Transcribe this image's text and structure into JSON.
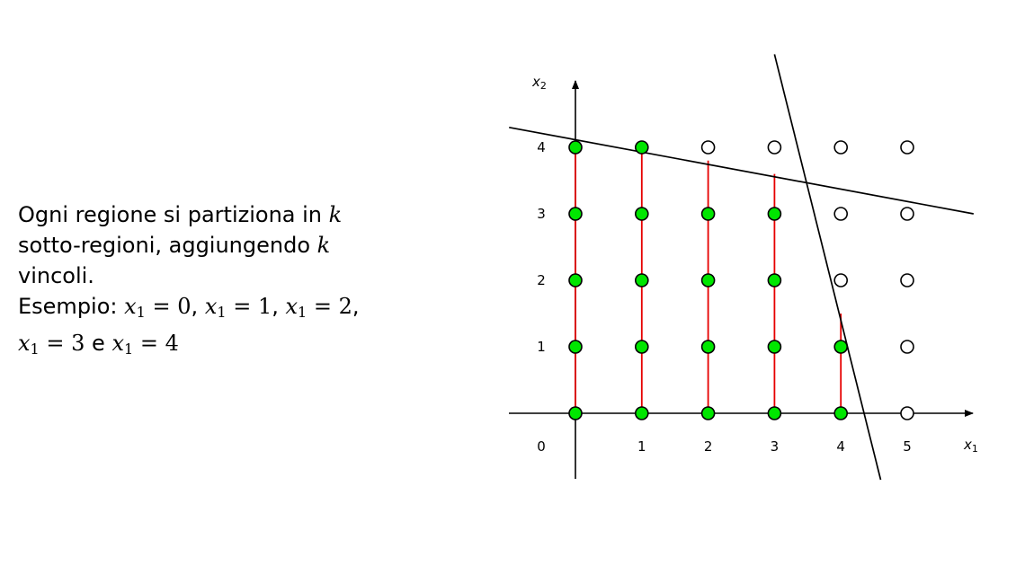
{
  "text": {
    "para_1": "Ogni regione si partiziona in",
    "k_1": "k",
    "para_2": "sotto-regioni, aggiungendo",
    "k_2": "k",
    "para_3": "vincoli.",
    "example_label": "Esempio:",
    "cases": [
      {
        "var": "x",
        "sub": "1",
        "rel": "=",
        "val": "0",
        "sep": ","
      },
      {
        "var": "x",
        "sub": "1",
        "rel": "=",
        "val": "1",
        "sep": ","
      },
      {
        "var": "x",
        "sub": "1",
        "rel": "=",
        "val": "2",
        "sep": ","
      },
      {
        "var": "x",
        "sub": "1",
        "rel": "=",
        "val": "3",
        "sep": "e"
      },
      {
        "var": "x",
        "sub": "1",
        "rel": "=",
        "val": "4",
        "sep": ""
      }
    ]
  },
  "diagram": {
    "x_axis_label": {
      "var": "x",
      "sub": "1"
    },
    "y_axis_label": {
      "var": "x",
      "sub": "2"
    },
    "x_ticks": [
      "0",
      "1",
      "2",
      "3",
      "4",
      "5"
    ],
    "y_ticks": [
      "1",
      "2",
      "3",
      "4"
    ],
    "colors": {
      "feasible": "#00e600",
      "segment": "#e60000",
      "line": "#000000",
      "outline": "#000000"
    },
    "lattice": {
      "x_range": [
        0,
        5
      ],
      "y_range": [
        0,
        4
      ],
      "feasible_points": [
        [
          0,
          0
        ],
        [
          0,
          1
        ],
        [
          0,
          2
        ],
        [
          0,
          3
        ],
        [
          0,
          4
        ],
        [
          1,
          0
        ],
        [
          1,
          1
        ],
        [
          1,
          2
        ],
        [
          1,
          3
        ],
        [
          1,
          4
        ],
        [
          2,
          0
        ],
        [
          2,
          1
        ],
        [
          2,
          2
        ],
        [
          2,
          3
        ],
        [
          3,
          0
        ],
        [
          3,
          1
        ],
        [
          3,
          2
        ],
        [
          3,
          3
        ],
        [
          4,
          0
        ],
        [
          4,
          1
        ]
      ]
    },
    "segments": [
      {
        "x": 0,
        "y_top": 4.1
      },
      {
        "x": 1,
        "y_top": 4.0
      },
      {
        "x": 2,
        "y_top": 3.8
      },
      {
        "x": 3,
        "y_top": 3.6
      },
      {
        "x": 4,
        "y_top": 1.5
      }
    ],
    "constraints": [
      {
        "from": [
          -1,
          4.3
        ],
        "to": [
          6,
          3.0
        ]
      },
      {
        "from": [
          3.0,
          5.4
        ],
        "to": [
          4.6,
          -1.0
        ]
      }
    ]
  }
}
